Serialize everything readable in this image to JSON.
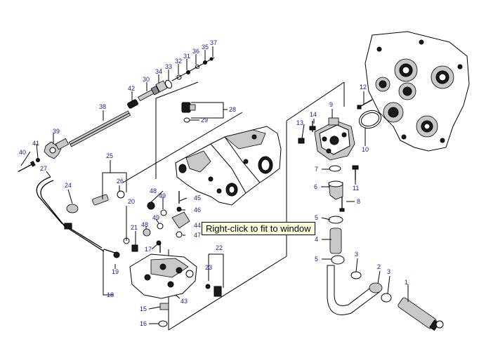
{
  "tooltip": {
    "text": "Right-click to fit to window"
  },
  "callouts": [
    {
      "id": "1",
      "label": "1"
    },
    {
      "id": "2",
      "label": "2"
    },
    {
      "id": "3a",
      "label": "3"
    },
    {
      "id": "3b",
      "label": "3"
    },
    {
      "id": "4",
      "label": "4"
    },
    {
      "id": "5a",
      "label": "5"
    },
    {
      "id": "5b",
      "label": "5"
    },
    {
      "id": "6",
      "label": "6"
    },
    {
      "id": "7",
      "label": "7"
    },
    {
      "id": "8",
      "label": "8"
    },
    {
      "id": "9",
      "label": "9"
    },
    {
      "id": "10",
      "label": "10"
    },
    {
      "id": "11",
      "label": "11"
    },
    {
      "id": "12",
      "label": "12"
    },
    {
      "id": "13",
      "label": "13"
    },
    {
      "id": "14",
      "label": "14"
    },
    {
      "id": "15",
      "label": "15"
    },
    {
      "id": "16",
      "label": "16"
    },
    {
      "id": "17",
      "label": "17"
    },
    {
      "id": "18",
      "label": "18"
    },
    {
      "id": "19",
      "label": "19"
    },
    {
      "id": "20",
      "label": "20"
    },
    {
      "id": "21",
      "label": "21"
    },
    {
      "id": "22",
      "label": "22"
    },
    {
      "id": "23",
      "label": "23"
    },
    {
      "id": "24",
      "label": "24"
    },
    {
      "id": "25",
      "label": "25"
    },
    {
      "id": "26",
      "label": "26"
    },
    {
      "id": "27",
      "label": "27"
    },
    {
      "id": "28",
      "label": "28"
    },
    {
      "id": "29",
      "label": "29"
    },
    {
      "id": "30",
      "label": "30"
    },
    {
      "id": "31",
      "label": "31"
    },
    {
      "id": "32",
      "label": "32"
    },
    {
      "id": "33",
      "label": "33"
    },
    {
      "id": "34",
      "label": "34"
    },
    {
      "id": "35",
      "label": "35"
    },
    {
      "id": "36",
      "label": "36"
    },
    {
      "id": "37",
      "label": "37"
    },
    {
      "id": "38",
      "label": "38"
    },
    {
      "id": "39",
      "label": "39"
    },
    {
      "id": "40",
      "label": "40"
    },
    {
      "id": "41",
      "label": "41"
    },
    {
      "id": "42",
      "label": "42"
    },
    {
      "id": "43",
      "label": "43"
    },
    {
      "id": "44",
      "label": "44"
    },
    {
      "id": "45",
      "label": "45"
    },
    {
      "id": "46",
      "label": "46"
    },
    {
      "id": "47",
      "label": "47"
    },
    {
      "id": "48a",
      "label": "48"
    },
    {
      "id": "48b",
      "label": "48"
    },
    {
      "id": "49a",
      "label": "49"
    },
    {
      "id": "49b",
      "label": "49"
    }
  ]
}
